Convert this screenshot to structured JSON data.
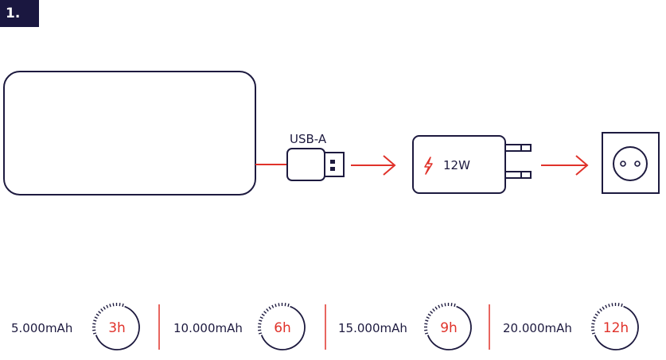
{
  "step": {
    "label": "1."
  },
  "connector": {
    "label": "USB-A"
  },
  "charger": {
    "power": "12W"
  },
  "colors": {
    "navy": "#1d1a3f",
    "accent": "#e0322a"
  },
  "icons": [
    "lightning-icon",
    "power-outlet-icon",
    "arrow-right-icon",
    "usb-a-plug-icon",
    "clock-dial-icon"
  ],
  "charging_times": [
    {
      "capacity": "5.000mAh",
      "time": "3h"
    },
    {
      "capacity": "10.000mAh",
      "time": "6h"
    },
    {
      "capacity": "15.000mAh",
      "time": "9h"
    },
    {
      "capacity": "20.000mAh",
      "time": "12h"
    }
  ]
}
